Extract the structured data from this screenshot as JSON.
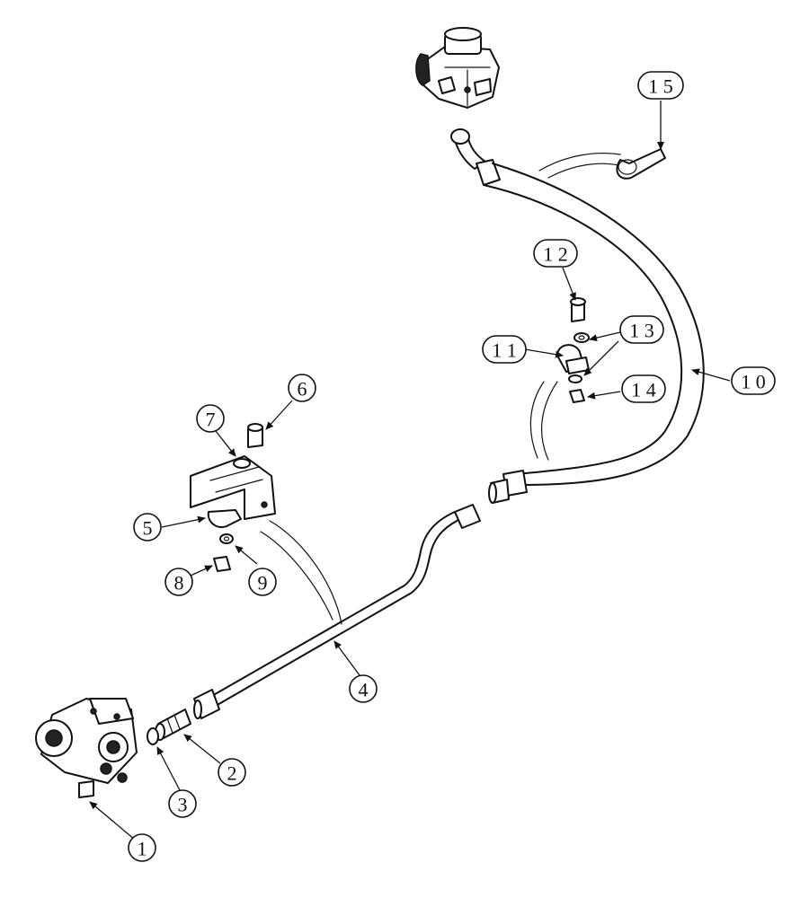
{
  "callouts": [
    {
      "id": "1",
      "label": "1"
    },
    {
      "id": "2",
      "label": "2"
    },
    {
      "id": "3",
      "label": "3"
    },
    {
      "id": "4",
      "label": "4"
    },
    {
      "id": "5",
      "label": "5"
    },
    {
      "id": "6",
      "label": "6"
    },
    {
      "id": "7",
      "label": "7"
    },
    {
      "id": "8",
      "label": "8"
    },
    {
      "id": "9",
      "label": "9"
    },
    {
      "id": "10",
      "label": "1 0"
    },
    {
      "id": "11",
      "label": "1 1"
    },
    {
      "id": "12",
      "label": "1 2"
    },
    {
      "id": "13",
      "label": "1 3"
    },
    {
      "id": "14",
      "label": "1 4"
    },
    {
      "id": "15",
      "label": "1 5"
    }
  ]
}
